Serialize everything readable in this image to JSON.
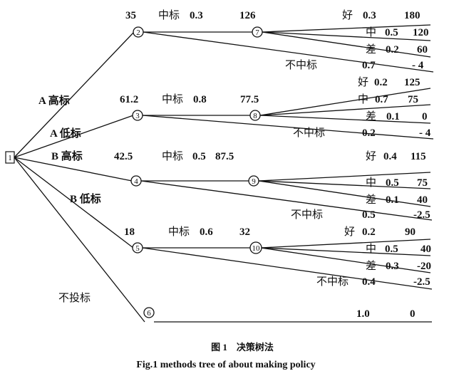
{
  "root_label": "1",
  "nodes": {
    "n2": "2",
    "n3": "3",
    "n4": "4",
    "n5": "5",
    "n6": "6",
    "n7": "7",
    "n8": "8",
    "n9": "9",
    "n10": "10"
  },
  "branches": {
    "a_high": "A 高标",
    "a_low": "A 低标",
    "b_high": "B 高标",
    "b_low": "B 低标",
    "no_bid": "不投标"
  },
  "chance_rows": {
    "r2": {
      "cost": "35",
      "win": "中标",
      "p": "0.3",
      "value": "126"
    },
    "r3": {
      "cost": "61.2",
      "win": "中标",
      "p": "0.8",
      "value": "77.5"
    },
    "r4": {
      "cost": "42.5",
      "win": "中标",
      "p": "0.5",
      "value": "87.5"
    },
    "r5": {
      "cost": "18",
      "win": "中标",
      "p": "0.6",
      "value": "32"
    }
  },
  "outcomes": {
    "o7a": {
      "label": "好",
      "p": "0.3",
      "v": "180"
    },
    "o7b": {
      "label": "中",
      "p": "0.5",
      "v": "120"
    },
    "o7c": {
      "label": "差",
      "p": "0.2",
      "v": "60"
    },
    "o2n": {
      "label": "不中标",
      "p": "0.7",
      "v": "- 4"
    },
    "o8a": {
      "label": "好",
      "p": "0.2",
      "v": "125"
    },
    "o8b": {
      "label": "中",
      "p": "0.7",
      "v": "75"
    },
    "o8c": {
      "label": "差",
      "p": "0.1",
      "v": "0"
    },
    "o3n": {
      "label": "不中标",
      "p": "0.2",
      "v": "- 4"
    },
    "o9a": {
      "label": "好",
      "p": "0.4",
      "v": "115"
    },
    "o9b": {
      "label": "中",
      "p": "0.5",
      "v": "75"
    },
    "o9c": {
      "label": "差",
      "p": "0.1",
      "v": "40"
    },
    "o4n": {
      "label": "不中标",
      "p": "0.5",
      "v": "-2.5"
    },
    "o10a": {
      "label": "好",
      "p": "0.2",
      "v": "90"
    },
    "o10b": {
      "label": "中",
      "p": "0.5",
      "v": "40"
    },
    "o10c": {
      "label": "差",
      "p": "0.3",
      "v": "-20"
    },
    "o5n": {
      "label": "不中标",
      "p": "0.4",
      "v": "-2.5"
    },
    "o6": {
      "p": "1.0",
      "v": "0"
    }
  },
  "caption": {
    "cn": "图 1　决策树法",
    "en": "Fig.1 methods tree of about making policy"
  }
}
